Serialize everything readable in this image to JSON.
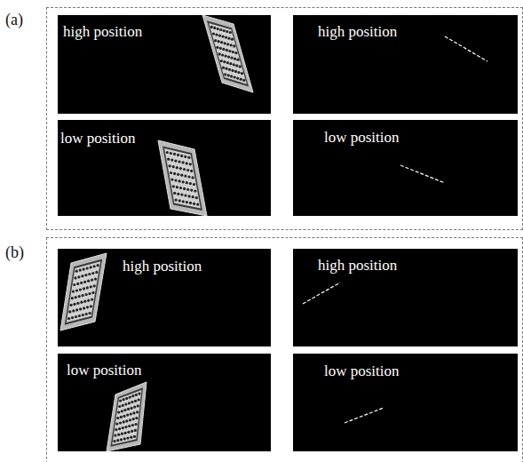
{
  "diagram": {
    "nodes": [
      {
        "text": [
          "(a)"
        ]
      },
      {
        "text": [
          "high position"
        ],
        "in": 0
      },
      {
        "text": [
          "high position"
        ],
        "in": 0
      },
      {
        "text": [
          "low position"
        ],
        "in": 0
      },
      {
        "text": [
          "low position"
        ],
        "in": 0
      },
      {
        "text": [
          "(b)"
        ]
      },
      {
        "text": [
          "high position"
        ],
        "in": 5
      },
      {
        "text": [
          "high position"
        ],
        "in": 5
      },
      {
        "text": [
          "low position"
        ],
        "in": 5
      },
      {
        "text": [
          "low position"
        ],
        "in": 5
      }
    ]
  }
}
